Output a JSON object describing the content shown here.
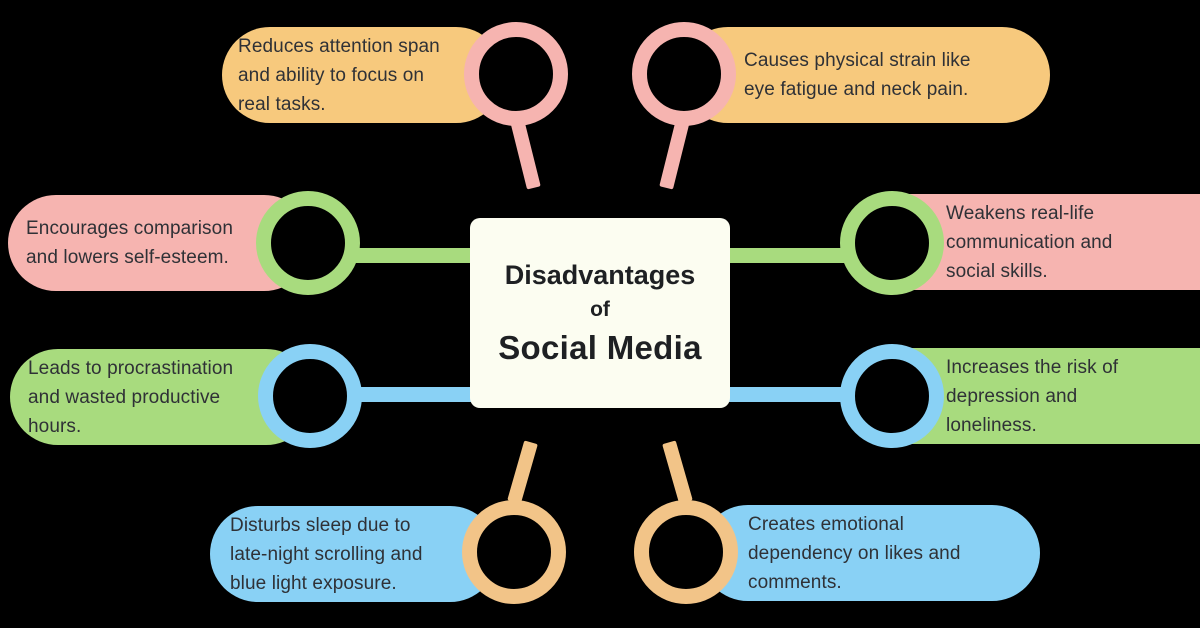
{
  "title": {
    "line1": "Disadvantages",
    "line2": "of",
    "line3": "Social Media"
  },
  "palette": {
    "background": "#000000",
    "orange": "#F7C97D",
    "pink": "#F6B4B0",
    "green": "#A8DB7E",
    "blue": "#89D1F5",
    "card": "#FCFDF1",
    "body_text": "#2F3136",
    "title_text": "#1E2023"
  },
  "branches": [
    {
      "id": "reduces-attention",
      "position": "top-left",
      "pill_color": "orange",
      "accent_color": "pink",
      "text": "Reduces attention span and ability to focus on real tasks."
    },
    {
      "id": "physical-strain",
      "position": "top-right",
      "pill_color": "orange",
      "accent_color": "pink",
      "text": "Causes physical strain like eye fatigue and neck pain."
    },
    {
      "id": "comparison-self-esteem",
      "position": "middle-left-upper",
      "pill_color": "pink",
      "accent_color": "green",
      "text": "Encourages comparison and lowers self-esteem."
    },
    {
      "id": "weakens-communication",
      "position": "middle-right-upper",
      "pill_color": "pink",
      "accent_color": "green",
      "text": "Weakens real-life communication and social skills."
    },
    {
      "id": "procrastination",
      "position": "middle-left-lower",
      "pill_color": "green",
      "accent_color": "blue",
      "text": "Leads to procrastination and wasted productive hours."
    },
    {
      "id": "depression-loneliness",
      "position": "middle-right-lower",
      "pill_color": "green",
      "accent_color": "blue",
      "text": "Increases the risk of depression and loneliness."
    },
    {
      "id": "disturbs-sleep",
      "position": "bottom-left",
      "pill_color": "blue",
      "accent_color": "orange",
      "text": "Disturbs sleep due to late-night scrolling and blue light exposure."
    },
    {
      "id": "emotional-dependency",
      "position": "bottom-right",
      "pill_color": "blue",
      "accent_color": "orange",
      "text": "Creates emotional dependency on likes and comments."
    }
  ]
}
